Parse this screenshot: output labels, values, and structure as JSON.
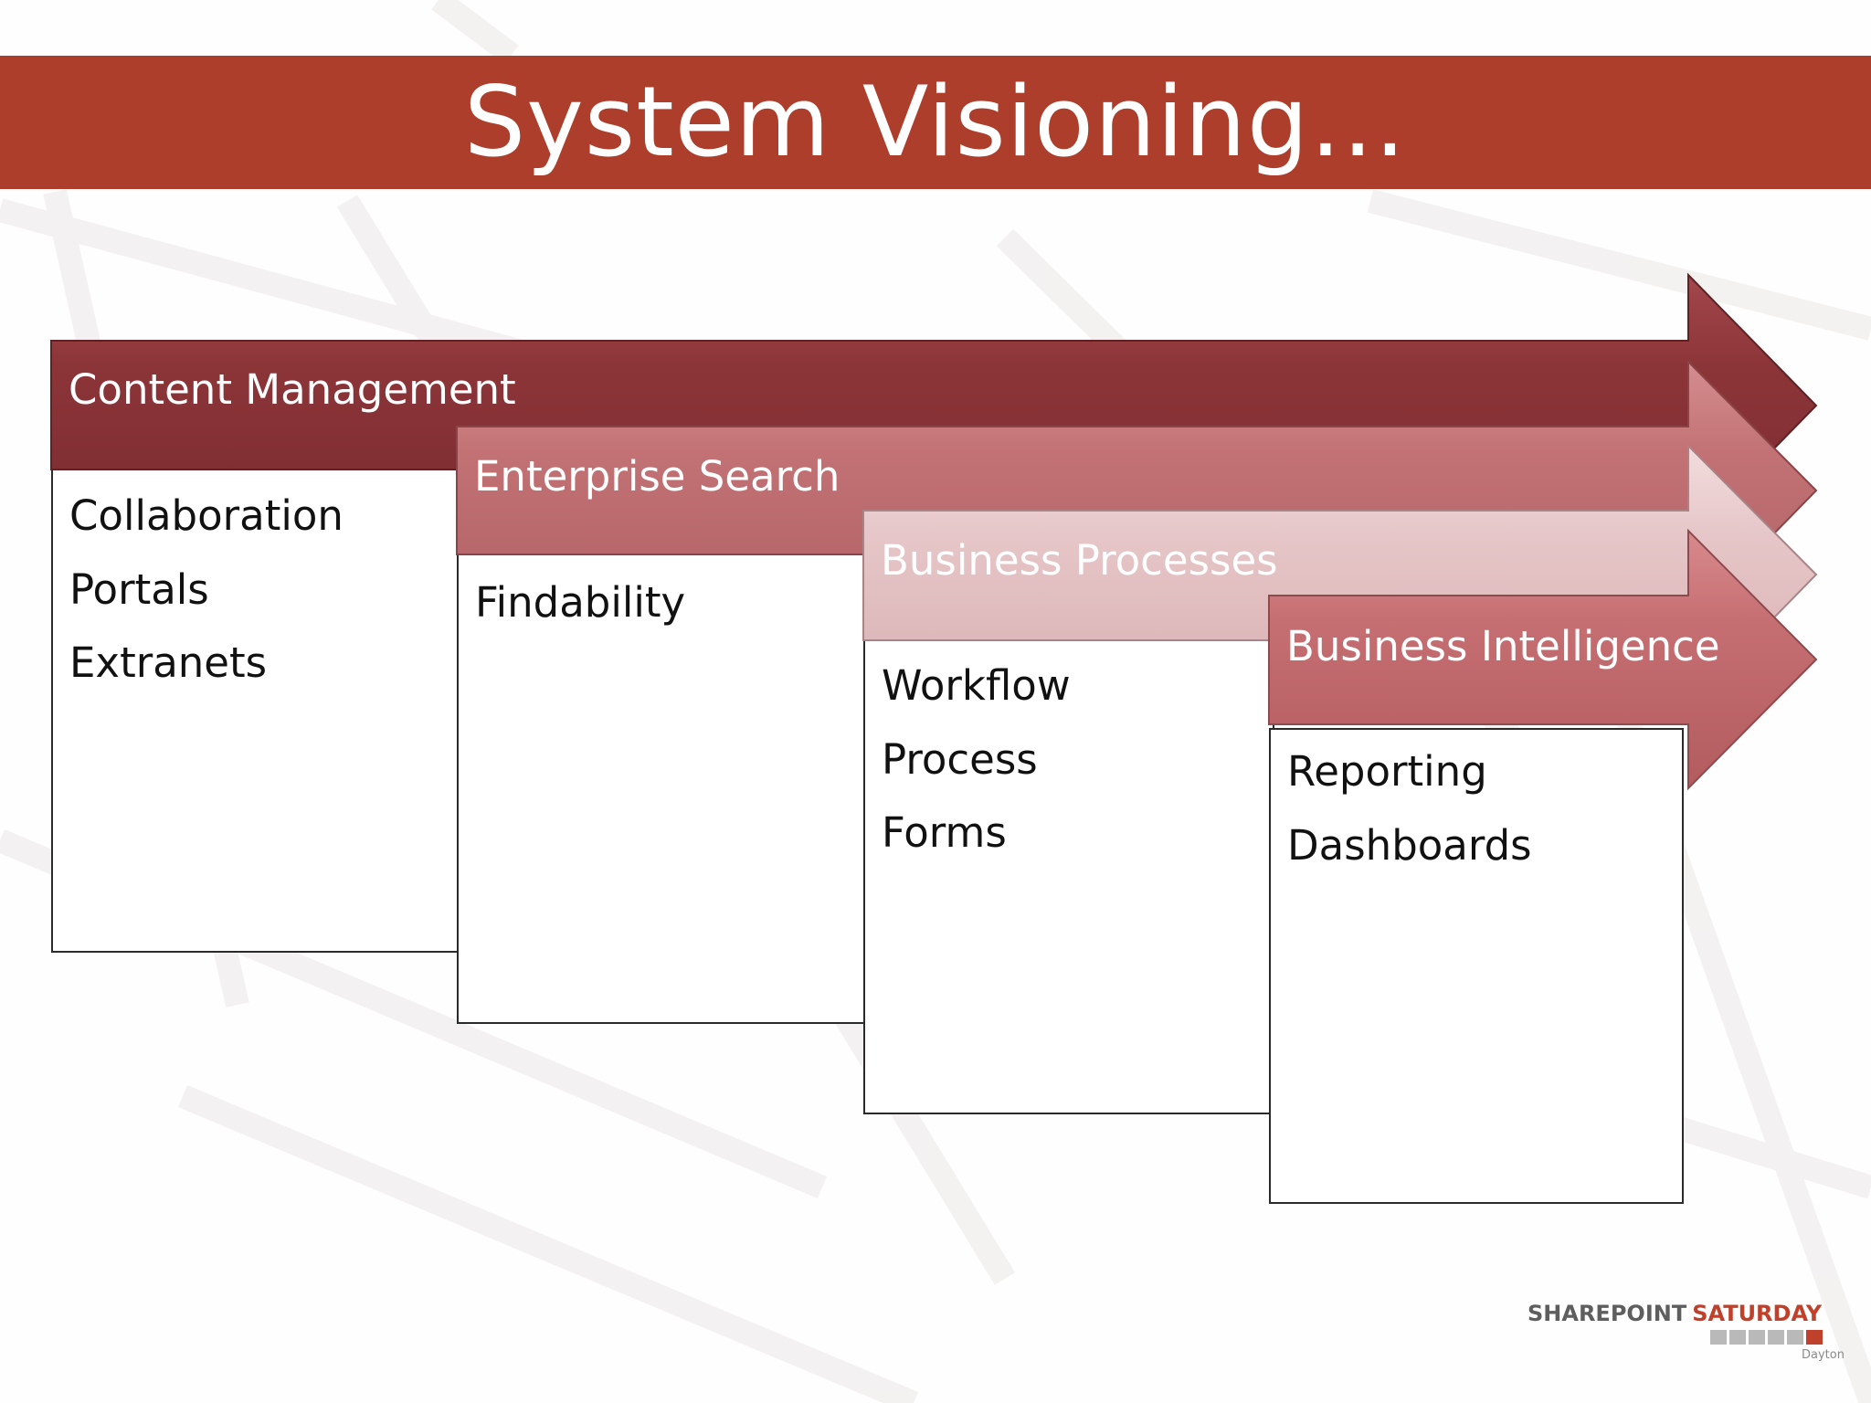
{
  "slide": {
    "title": "System Visioning…"
  },
  "stages": [
    {
      "label": "Content Management",
      "items": [
        "Collaboration",
        "Portals",
        "Extranets"
      ]
    },
    {
      "label": "Enterprise Search",
      "items": [
        "Findability"
      ]
    },
    {
      "label": "Business Processes",
      "items": [
        "Workflow",
        "Process",
        "Forms"
      ]
    },
    {
      "label": "Business Intelligence",
      "items": [
        "Reporting",
        "Dashboards"
      ]
    }
  ],
  "logo": {
    "word1": "SHAREPOINT",
    "word2": "SATURDAY",
    "sub": "Dayton"
  },
  "colors": {
    "title_bar": "#ad3e2b",
    "stage_1": "#8c3539",
    "stage_2": "#c27274",
    "stage_3": "#e6c6c8",
    "stage_4": "#c66f73",
    "box_border": "#2a2a2a"
  }
}
